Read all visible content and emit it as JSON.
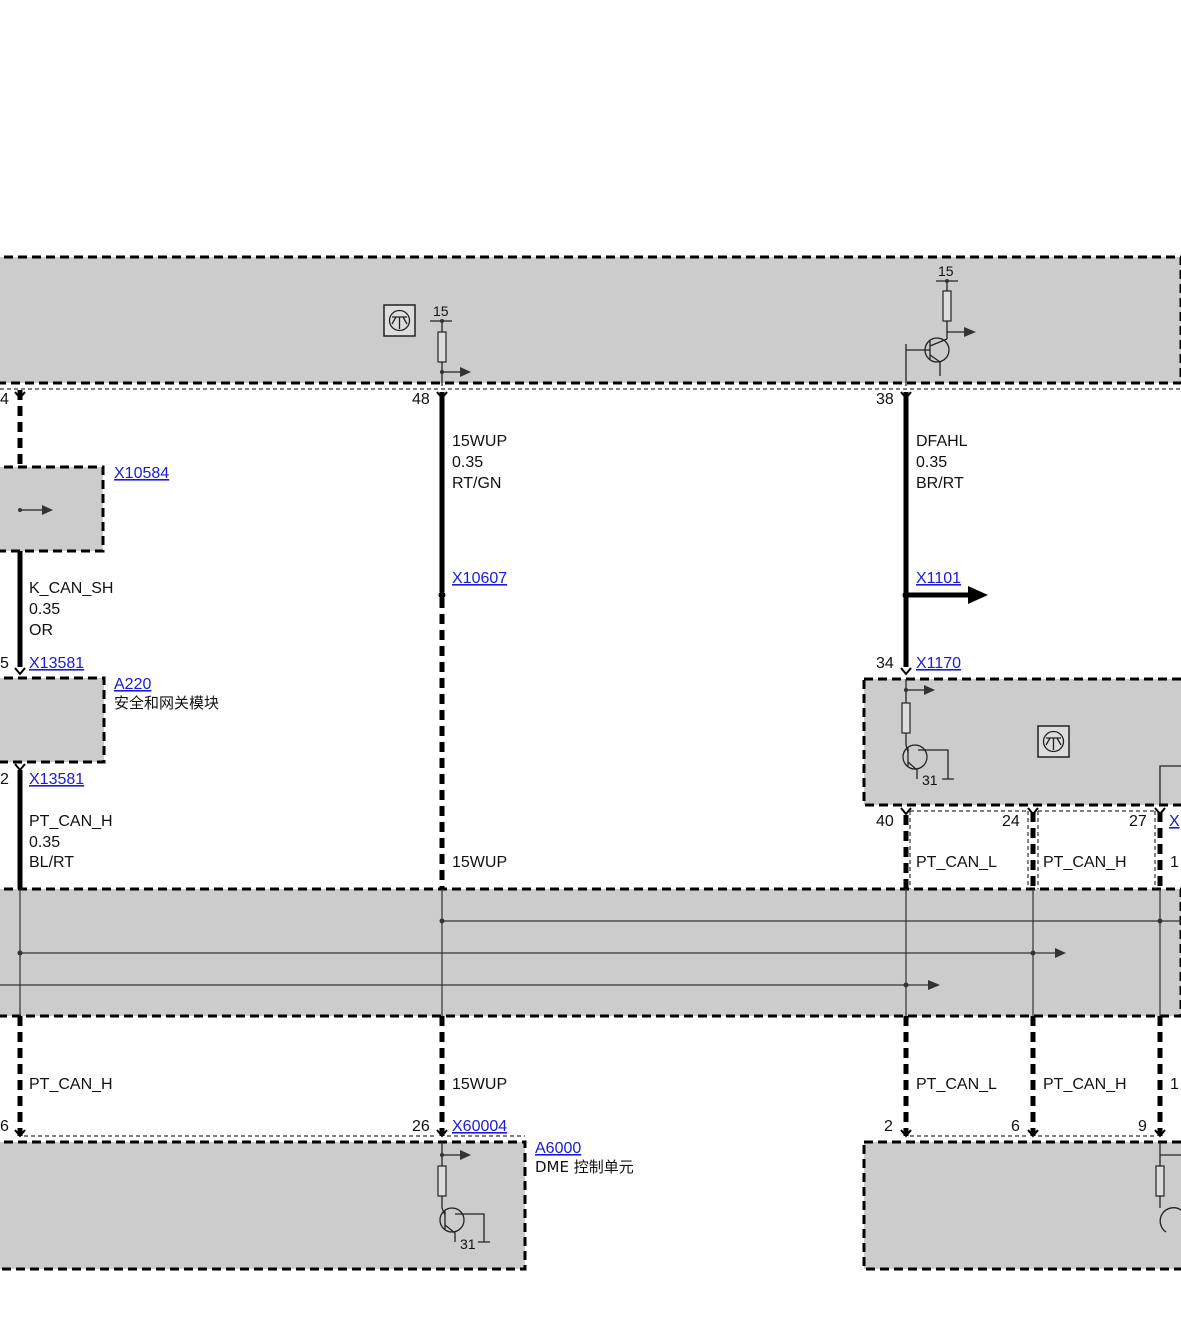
{
  "pins": {
    "p4": "4",
    "p48": "48",
    "p38": "38",
    "p5": "5",
    "p34": "34",
    "p2a": "2",
    "p40": "40",
    "p24": "24",
    "p27": "27",
    "p6a": "6",
    "p26": "26",
    "p2b": "2",
    "p6b": "6",
    "p9": "9"
  },
  "terminals": {
    "t15a": "15",
    "t15b": "15",
    "t31a": "31",
    "t31b": "31"
  },
  "wires": {
    "w15wup": {
      "name": "15WUP",
      "size": "0.35",
      "color": "RT/GN"
    },
    "dfahl": {
      "name": "DFAHL",
      "size": "0.35",
      "color": "BR/RT"
    },
    "kcan": {
      "name": "K_CAN_SH",
      "size": "0.35",
      "color": "OR"
    },
    "ptcan_top": {
      "name": "PT_CAN_H",
      "size": "0.35",
      "color": "BL/RT"
    },
    "mid_15wup": "15WUP",
    "mid_ptcanl": "PT_CAN_L",
    "mid_ptcanh": "PT_CAN_H",
    "bot_ptcanh_left": "PT_CAN_H",
    "bot_15wup": "15WUP",
    "bot_ptcanl": "PT_CAN_L",
    "bot_ptcanh_right": "PT_CAN_H",
    "edge_mark_1": "1",
    "edge_mark_2": "1",
    "edge_mark_x": "X"
  },
  "connectors": {
    "x10584": "X10584",
    "x10607": "X10607",
    "x1101": "X1101",
    "x13581a": "X13581",
    "x1170": "X1170",
    "x13581b": "X13581",
    "x60004": "X60004"
  },
  "components": {
    "a220": {
      "id": "A220",
      "name": "安全和网关模块"
    },
    "a6000": {
      "id": "A6000",
      "name": "DME 控制单元"
    }
  }
}
